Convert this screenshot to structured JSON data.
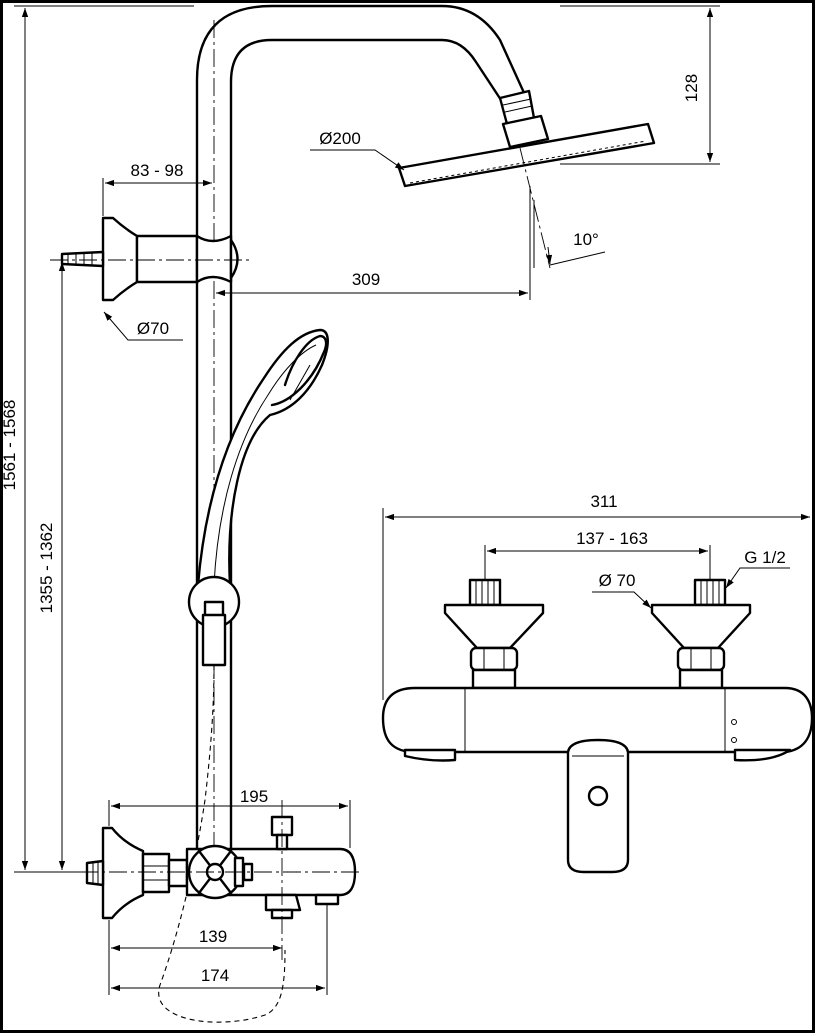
{
  "dimensions": {
    "total_height": "1561 - 1568",
    "outlet_height": "1355 - 1362",
    "wall_bracket_offset": "83 - 98",
    "wall_flange_diameter": "Ø70",
    "head_projection": "309",
    "head_diameter": "Ø200",
    "head_drop": "128",
    "head_tilt": "10°",
    "mixer_length_side": "195",
    "mixer_handle_offset": "139",
    "mixer_spout_offset": "174",
    "mixer_width_front": "311",
    "mixer_centres": "137 - 163",
    "mixer_thread": "G 1/2",
    "mixer_flange_diameter": "Ø 70"
  },
  "colors": {
    "line": "#000000",
    "background": "#ffffff"
  }
}
